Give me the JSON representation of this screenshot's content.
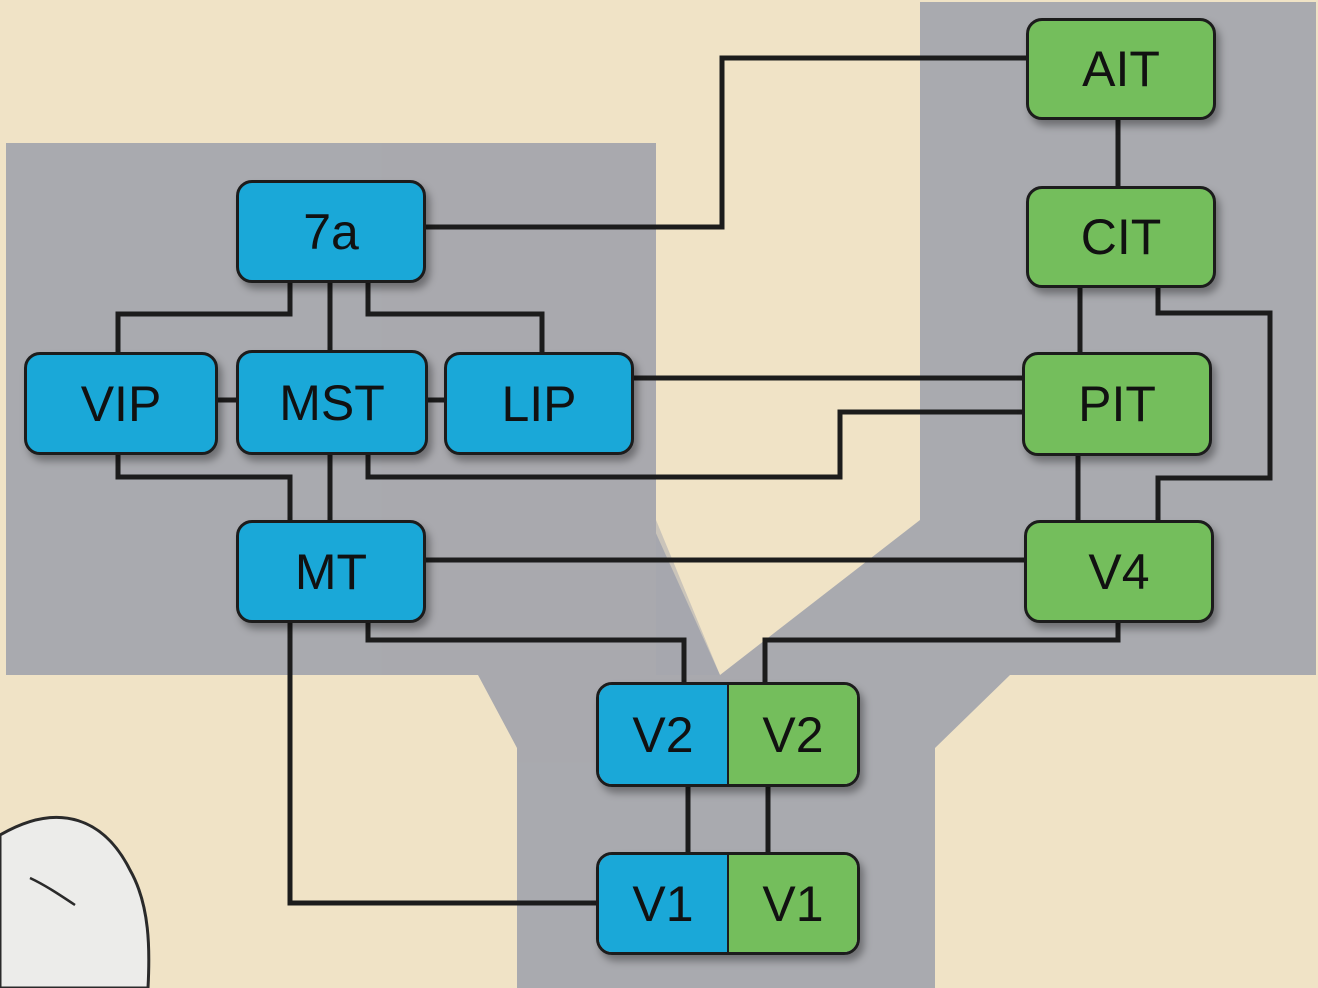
{
  "colors": {
    "dorsal": "#1aa8d8",
    "ventral": "#74be5c",
    "region": "#a3a5ad",
    "background": "#f0e3c6",
    "line": "#1c1c1c"
  },
  "nodes": {
    "n7a": "7a",
    "vip": "VIP",
    "mst": "MST",
    "lip": "LIP",
    "mt": "MT",
    "ait": "AIT",
    "cit": "CIT",
    "pit": "PIT",
    "v4": "V4",
    "v2_dorsal": "V2",
    "v2_ventral": "V2",
    "v1_dorsal": "V1",
    "v1_ventral": "V1"
  }
}
